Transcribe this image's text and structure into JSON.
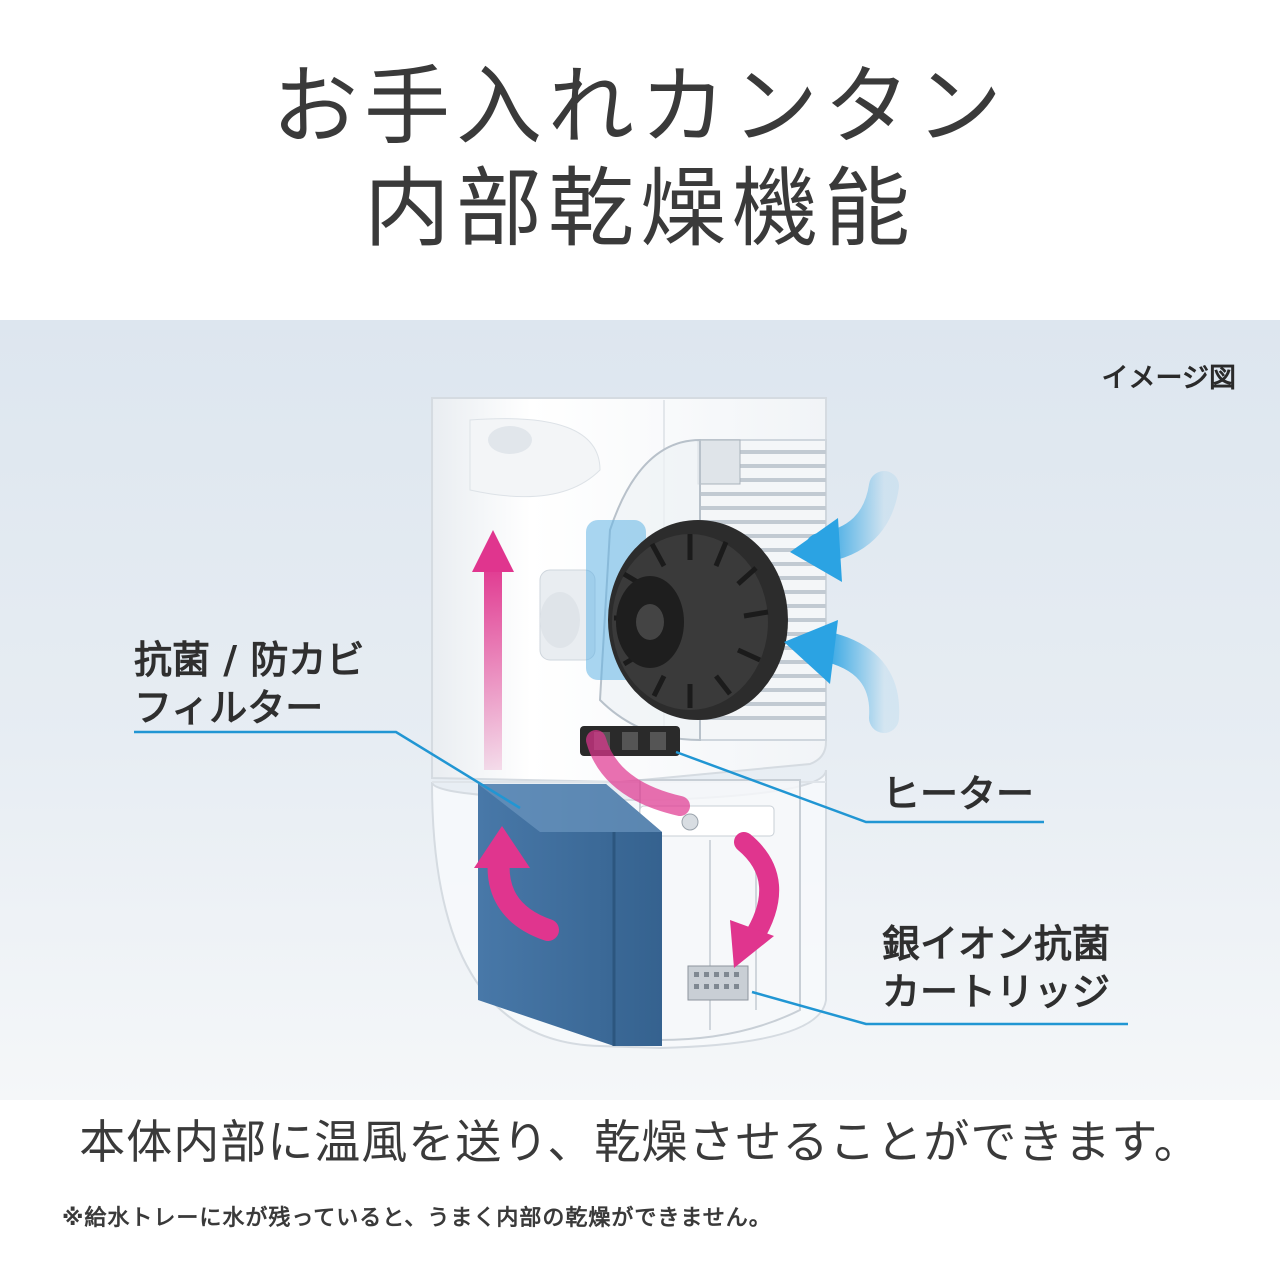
{
  "header": {
    "title_line1": "お手入れカンタン",
    "title_line2": "内部乾燥機能"
  },
  "diagram": {
    "image_label": "イメージ図",
    "callouts": {
      "filter": [
        "抗菌 / 防カビ",
        "フィルター"
      ],
      "heater": [
        "ヒーター"
      ],
      "cartridge": [
        "銀イオン抗菌",
        "カートリッジ"
      ]
    },
    "colors": {
      "leader_line": "#2196d3",
      "warm_air_arrow": "#e0358e",
      "intake_arrow": "#2ba3e3",
      "filter": "#3f6f9f",
      "panel_background": "#e3eaf1"
    }
  },
  "description": "本体内部に温風を送り、乾燥させることができます。",
  "note": "※給水トレーに水が残っていると、うまく内部の乾燥ができません。"
}
